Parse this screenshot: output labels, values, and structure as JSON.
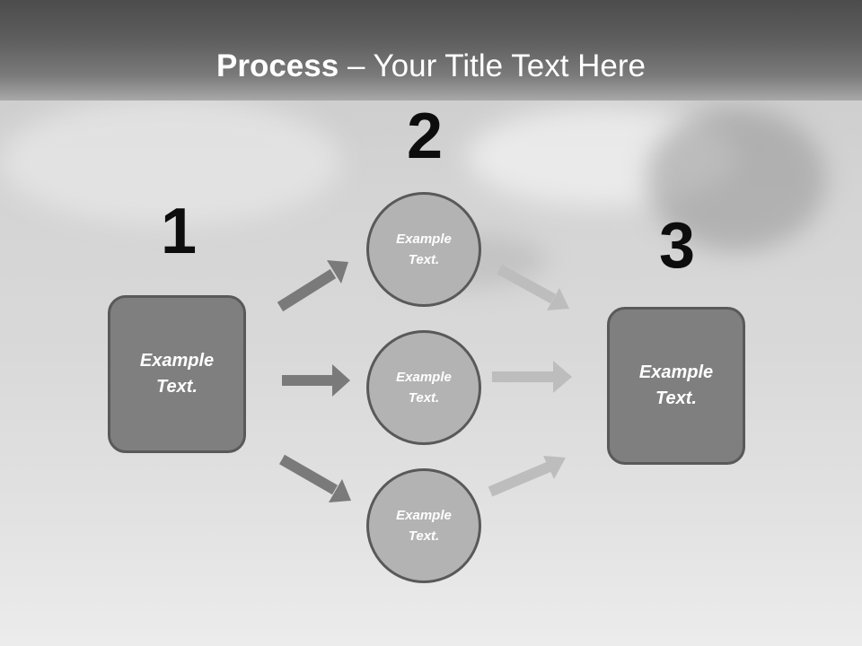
{
  "title": {
    "bold": "Process",
    "rest": " – Your Title Text Here"
  },
  "steps": [
    {
      "number": "1",
      "line1": "Example",
      "line2": "Text."
    },
    {
      "number": "2"
    },
    {
      "number": "3",
      "line1": "Example",
      "line2": "Text."
    }
  ],
  "circles": [
    {
      "line1": "Example",
      "line2": "Text."
    },
    {
      "line1": "Example",
      "line2": "Text."
    },
    {
      "line1": "Example",
      "line2": "Text."
    }
  ],
  "colors": {
    "box_fill": "#7f7f7f",
    "circle_fill": "#b3b3b3",
    "outline": "#595959",
    "arrow_dark": "#7a7a7a",
    "arrow_light": "#bdbdbd",
    "number_text": "#0d0d0d"
  }
}
